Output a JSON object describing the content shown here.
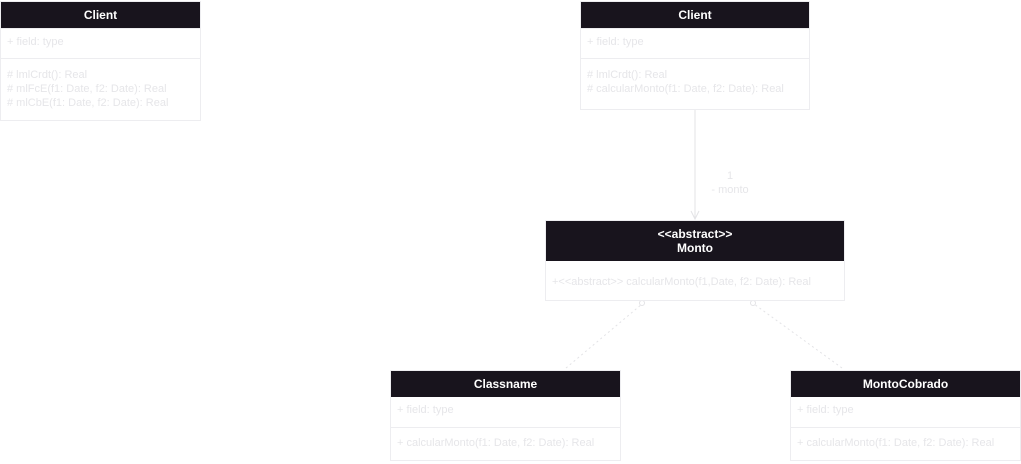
{
  "diagram": {
    "classes": {
      "client_left": {
        "name": "Client",
        "attributes": [
          "+ field: type"
        ],
        "methods": [
          "# lmlCrdt(): Real",
          "# mlFcE(f1: Date, f2: Date): Real",
          "# mlCbE(f1: Date, f2: Date): Real"
        ]
      },
      "client_right": {
        "name": "Client",
        "attributes": [
          "+ field: type"
        ],
        "methods": [
          "# lmlCrdt(): Real",
          "# calcularMonto(f1: Date, f2: Date): Real"
        ]
      },
      "monto": {
        "stereotype": "<<abstract>>",
        "name": "Monto",
        "methods": [
          "+<<abstract>> calcularMonto(f1,Date, f2: Date): Real"
        ]
      },
      "classname": {
        "name": "Classname",
        "attributes": [
          "+ field: type"
        ],
        "methods": [
          "+ calcularMonto(f1: Date, f2: Date): Real"
        ]
      },
      "montocobrado": {
        "name": "MontoCobrado",
        "attributes": [
          "+ field: type"
        ],
        "methods": [
          "+ calcularMonto(f1: Date, f2: Date): Real"
        ]
      }
    },
    "association": {
      "multiplicity": "1",
      "role": "- monto"
    },
    "colors": {
      "header_bg": "#18141d",
      "header_text": "#ffffff",
      "border": "#ededf0",
      "faint_text": "#e6e6e9",
      "edge": "#e3e3e6"
    }
  }
}
